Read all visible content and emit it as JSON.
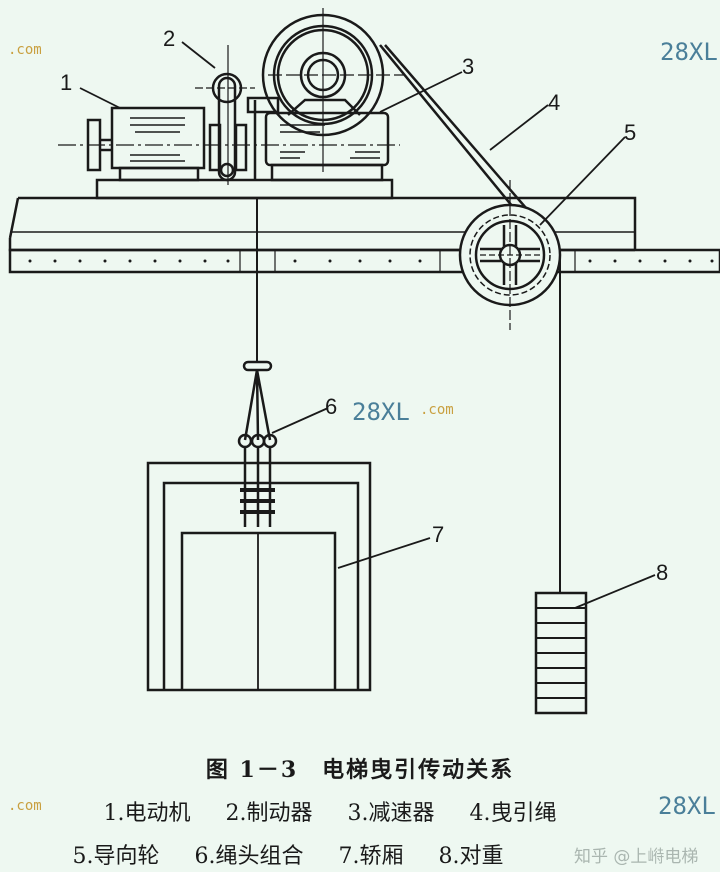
{
  "figure": {
    "title": "图 1－3　电梯曳引传动关系",
    "callout_numbers": [
      "1",
      "2",
      "3",
      "4",
      "5",
      "6",
      "7",
      "8"
    ],
    "legend": [
      {
        "num": "1",
        "label": "1.电动机"
      },
      {
        "num": "2",
        "label": "2.制动器"
      },
      {
        "num": "3",
        "label": "3.减速器"
      },
      {
        "num": "4",
        "label": "4.曳引绳"
      },
      {
        "num": "5",
        "label": "5.导向轮"
      },
      {
        "num": "6",
        "label": "6.绳头组合"
      },
      {
        "num": "7",
        "label": "7.轿厢"
      },
      {
        "num": "8",
        "label": "8.对重"
      }
    ]
  },
  "watermarks": {
    "site": "28XL",
    "suffix": ".com",
    "zhihu": "知乎 @上崻电梯"
  },
  "colors": {
    "background": "#eef8f1",
    "line": "#1a1a1a",
    "watermark_blue": "#4a7f99",
    "watermark_gold": "#c9a040"
  }
}
